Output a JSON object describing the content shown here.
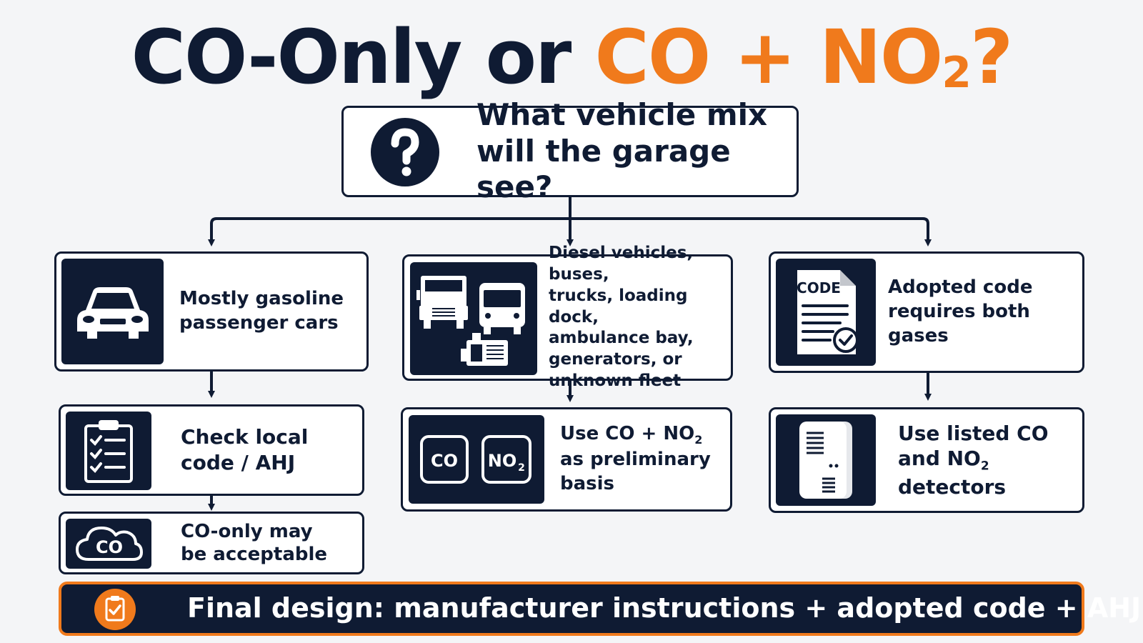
{
  "title": {
    "part1": "CO-Only or",
    "part2_main": "CO + NO",
    "part2_sub": "2",
    "part2_end": "?"
  },
  "question": {
    "line1": "What vehicle mix",
    "line2": "will the garage see?",
    "icon": "question-icon"
  },
  "branches": [
    {
      "name": "gasoline",
      "condition_lines": [
        "Mostly gasoline",
        "passenger cars"
      ],
      "condition_icon": "car-icon",
      "result_lines": [
        "Check local",
        "code / AHJ"
      ],
      "result_icon": "clipboard-checklist-icon",
      "followup_lines": [
        "CO-only may",
        "be acceptable"
      ],
      "followup_icon": "co-cloud-icon",
      "followup_icon_text": "CO"
    },
    {
      "name": "diesel",
      "condition_lines": [
        "Diesel vehicles, buses,",
        "trucks, loading dock,",
        "ambulance bay,",
        "generators, or",
        "unknown fleet"
      ],
      "condition_icon": "truck-bus-generator-icon",
      "result_line1_main": "Use CO + NO",
      "result_line1_sub": "2",
      "result_lines_rest": [
        "as preliminary",
        "basis"
      ],
      "result_icon": "co-no2-sensors-icon",
      "sensor_labels": [
        "CO",
        "NO",
        "2"
      ]
    },
    {
      "name": "code",
      "condition_lines": [
        "Adopted code",
        "requires both gases"
      ],
      "condition_icon": "code-document-icon",
      "condition_icon_text": "CODE",
      "result_line1": "Use listed CO",
      "result_line2_main": "and NO",
      "result_line2_sub": "2",
      "result_line3": "detectors",
      "result_icon": "gas-detector-icon"
    }
  ],
  "final": {
    "text": "Final design: manufacturer instructions + adopted code + AHJ",
    "icon": "clipboard-check-icon"
  },
  "colors": {
    "navy": "#0f1b33",
    "orange": "#f07a1c",
    "background": "#f4f5f7",
    "white": "#ffffff"
  }
}
